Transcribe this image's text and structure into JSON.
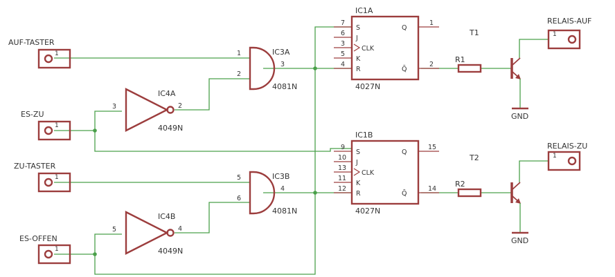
{
  "connectors": {
    "auf_taster": {
      "name": "AUF-TASTER",
      "pin": "1"
    },
    "es_zu": {
      "name": "ES-ZU",
      "pin": "1"
    },
    "zu_taster": {
      "name": "ZU-TASTER",
      "pin": "1"
    },
    "es_offen": {
      "name": "ES-OFFEN",
      "pin": "1"
    },
    "relais_auf": {
      "name": "RELAIS-AUF",
      "pin": "1"
    },
    "relais_zu": {
      "name": "RELAIS-ZU",
      "pin": "1"
    }
  },
  "gates": {
    "ic3a": {
      "name": "IC3A",
      "type": "4081N",
      "in1": "1",
      "in2": "2",
      "out": "3"
    },
    "ic3b": {
      "name": "IC3B",
      "type": "4081N",
      "in1": "5",
      "in2": "6",
      "out": "4"
    },
    "ic4a": {
      "name": "IC4A",
      "type": "4049N",
      "in": "3",
      "out": "2"
    },
    "ic4b": {
      "name": "IC4B",
      "type": "4049N",
      "in": "5",
      "out": "4"
    }
  },
  "flipflops": {
    "ic1a": {
      "name": "IC1A",
      "type": "4027N",
      "labels": [
        "S",
        "J",
        "CLK",
        "K",
        "R",
        "Q",
        "Q̄"
      ],
      "pins": {
        "S": "7",
        "J": "6",
        "CLK": "3",
        "K": "5",
        "R": "4",
        "Q": "1",
        "QN": "2"
      }
    },
    "ic1b": {
      "name": "IC1B",
      "type": "4027N",
      "labels": [
        "S",
        "J",
        "CLK",
        "K",
        "R",
        "Q",
        "Q̄"
      ],
      "pins": {
        "S": "9",
        "J": "10",
        "CLK": "13",
        "K": "11",
        "R": "12",
        "Q": "15",
        "QN": "14"
      }
    }
  },
  "resistors": {
    "r1": {
      "name": "R1"
    },
    "r2": {
      "name": "R2"
    }
  },
  "transistors": {
    "t1": {
      "name": "T1"
    },
    "t2": {
      "name": "T2"
    }
  },
  "grounds": {
    "g1": "GND",
    "g2": "GND"
  }
}
